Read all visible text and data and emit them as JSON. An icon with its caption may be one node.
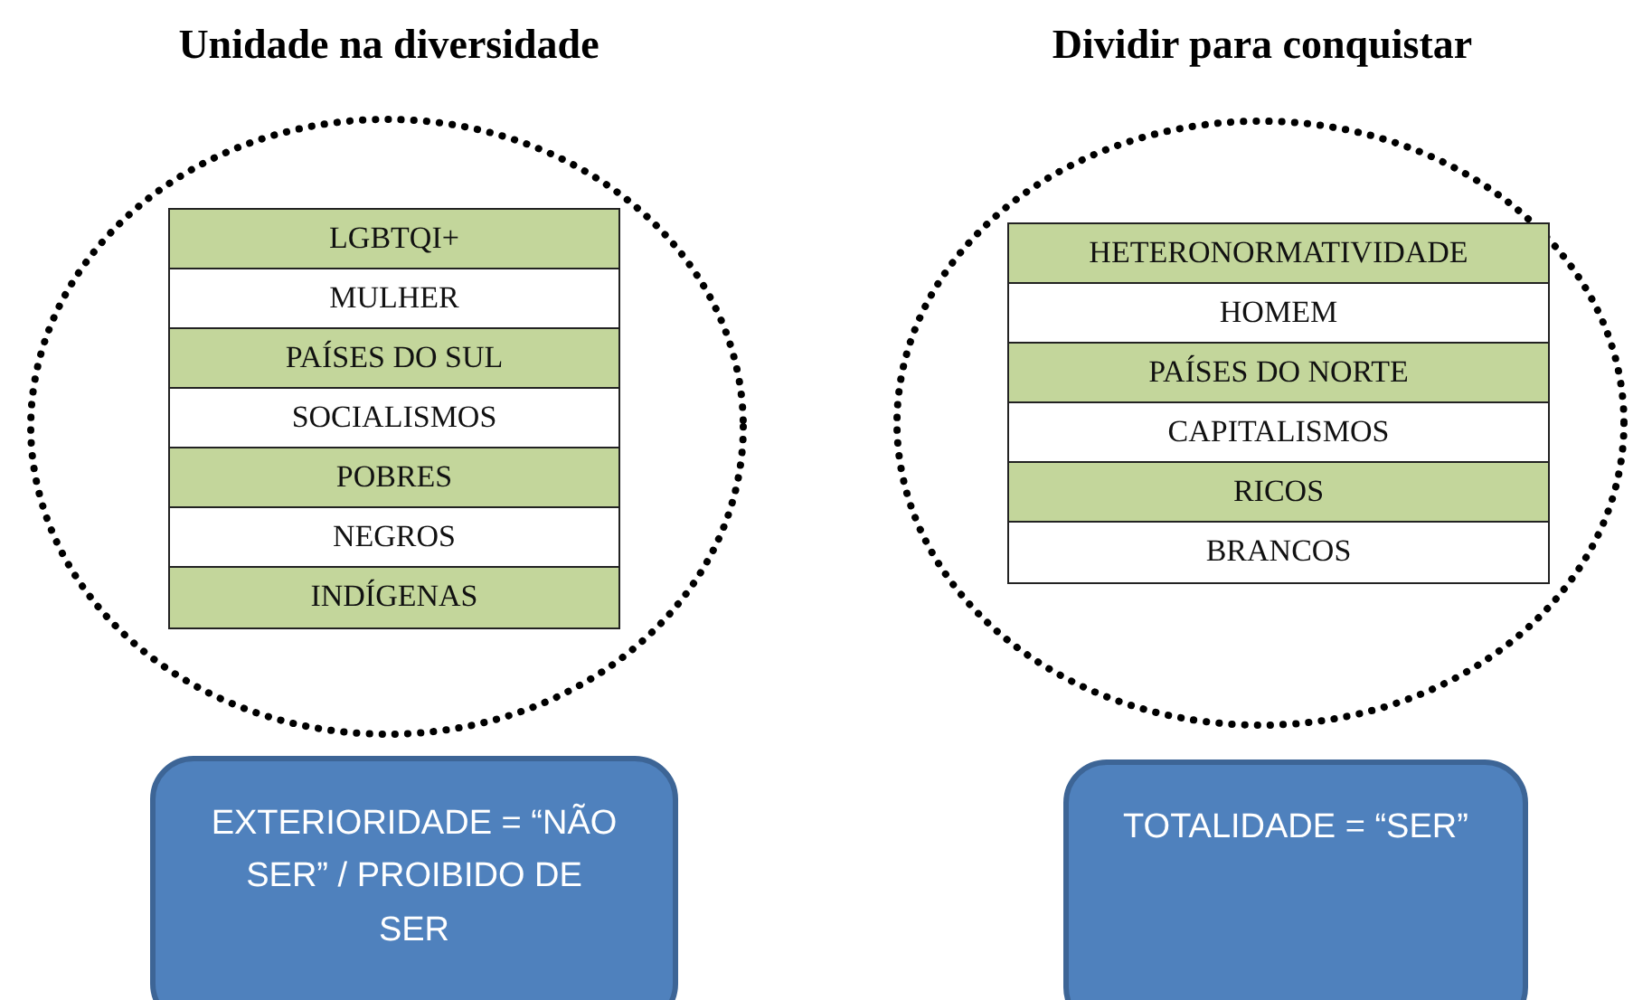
{
  "diagram": {
    "nodes": [
      {
        "text": [],
        "shape": "ellipse"
      },
      {
        "text": [
          "LGBTQI+"
        ],
        "in": 0
      },
      {
        "text": [
          "MULHER"
        ],
        "in": 0
      },
      {
        "text": [
          "PAÍSES DO SUL"
        ],
        "in": 0
      },
      {
        "text": [
          "SOCIALISMOS"
        ],
        "in": 0
      },
      {
        "text": [
          "POBRES"
        ],
        "in": 0
      },
      {
        "text": [
          "NEGROS"
        ],
        "in": 0
      },
      {
        "text": [
          "INDÍGENAS"
        ],
        "in": 0
      },
      {
        "text": [],
        "shape": "ellipse"
      },
      {
        "text": [
          "HETERONORMATIVIDADE"
        ],
        "in": 8
      },
      {
        "text": [
          "HOMEM"
        ],
        "in": 8
      },
      {
        "text": [
          "PAÍSES DO NORTE"
        ],
        "in": 8
      },
      {
        "text": [
          "CAPITALISMOS"
        ],
        "in": 8
      },
      {
        "text": [
          "RICOS"
        ],
        "in": 8
      },
      {
        "text": [
          "BRANCOS"
        ],
        "in": 8
      },
      {
        "text": [
          "EXTERIORIDADE = “NÃO SER” / PROIBIDO DE SER"
        ]
      },
      {
        "text": [
          "TOTALIDADE = “SER”"
        ]
      }
    ],
    "edges": [],
    "labels": [
      "Unidade na diversidade",
      "Dividir para conquistar"
    ]
  }
}
